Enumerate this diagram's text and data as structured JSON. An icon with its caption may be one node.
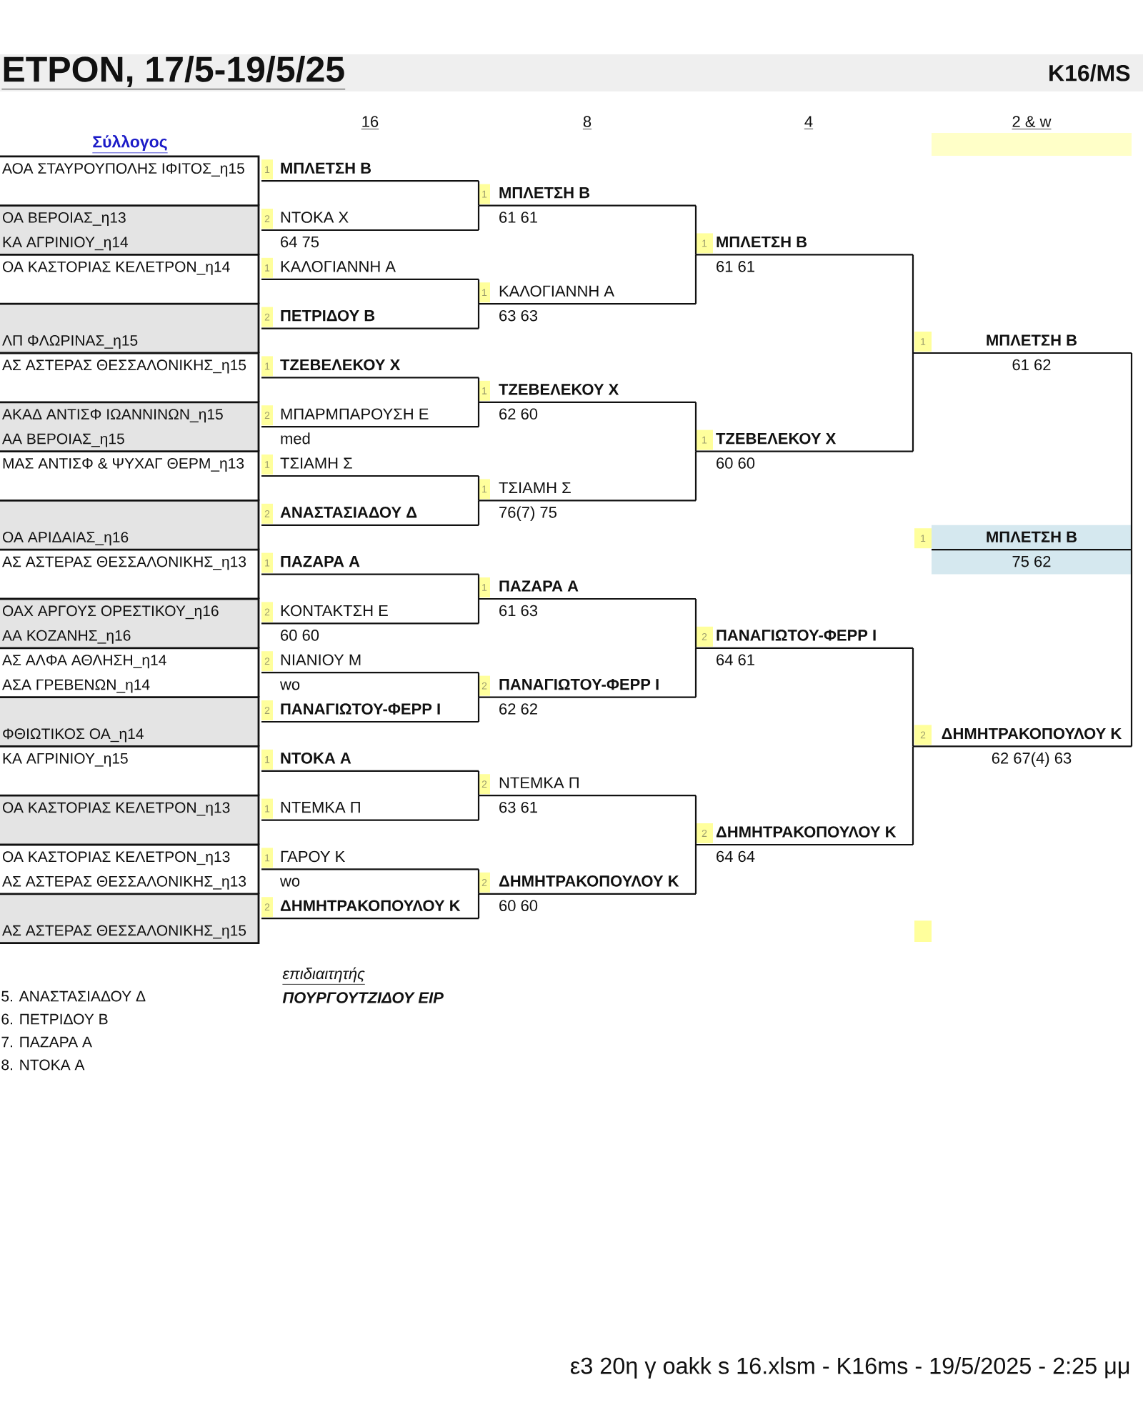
{
  "diagram": {
    "title": "ΕΤΡΟΝ, 17/5-19/5/25",
    "nodes": [
      {
        "text": [
          "ΑΟΑ ΣΤΑΥΡΟΥΠΟΛΗΣ ΙΦΙΤΟΣ_η15"
        ]
      },
      {
        "text": [
          "ΟΑ ΒΕΡΟΙΑΣ_η13",
          "ΚΑ ΑΓΡΙΝΙΟΥ_η14"
        ]
      },
      {
        "text": [
          "ΟΑ ΚΑΣΤΟΡΙΑΣ ΚΕΛΕΤΡΟΝ_η14"
        ]
      },
      {
        "text": [
          "ΛΠ ΦΛΩΡΙΝΑΣ_η15"
        ]
      },
      {
        "text": [
          "ΑΣ ΑΣΤΕΡΑΣ ΘΕΣΣΑΛΟΝΙΚΗΣ_η15"
        ]
      },
      {
        "text": [
          "ΑΚΑΔ ΑΝΤΙΣΦ ΙΩΑΝΝΙΝΩΝ_η15",
          "ΑΑ ΒΕΡΟΙΑΣ_η15"
        ]
      },
      {
        "text": [
          "ΜΑΣ ΑΝΤΙΣΦ & ΨΥΧΑΓ ΘΕΡΜ_η13"
        ]
      },
      {
        "text": [
          "ΟΑ ΑΡΙΔΑΙΑΣ_η16"
        ]
      },
      {
        "text": [
          "ΑΣ ΑΣΤΕΡΑΣ ΘΕΣΣΑΛΟΝΙΚΗΣ_η13"
        ]
      },
      {
        "text": [
          "ΟΑΧ ΑΡΓΟΥΣ ΟΡΕΣΤΙΚΟΥ_η16",
          "ΑΑ ΚΟΖΑΝΗΣ_η16"
        ]
      },
      {
        "text": [
          "ΑΣ ΑΛΦΑ ΑΘΛΗΣΗ_η14",
          "ΑΣΑ ΓΡΕΒΕΝΩΝ_η14"
        ]
      },
      {
        "text": [
          "ΦΘΙΩΤΙΚΟΣ ΟΑ_η14"
        ]
      },
      {
        "text": [
          "ΚΑ ΑΓΡΙΝΙΟΥ_η15"
        ]
      },
      {
        "text": [
          "ΟΑ ΚΑΣΤΟΡΙΑΣ ΚΕΛΕΤΡΟΝ_η13"
        ]
      },
      {
        "text": [
          "ΟΑ ΚΑΣΤΟΡΙΑΣ ΚΕΛΕΤΡΟΝ_η13",
          "ΑΣ ΑΣΤΕΡΑΣ ΘΕΣΣΑΛΟΝΙΚΗΣ_η13"
        ]
      },
      {
        "text": [
          "ΑΣ ΑΣΤΕΡΑΣ ΘΕΣΣΑΛΟΝΙΚΗΣ_η15"
        ]
      },
      {
        "text": [
          "1",
          "ΜΠΛΕΤΣΗ Β"
        ]
      },
      {
        "text": [
          "2",
          "ΝΤΟΚΑ Χ"
        ],
        "beside": [
          "64 75"
        ]
      },
      {
        "text": [
          "1",
          "ΚΑΛΟΓΙΑΝΝΗ Α"
        ]
      },
      {
        "text": [
          "2",
          "ΠΕΤΡΙΔΟΥ Β"
        ]
      },
      {
        "text": [
          "1",
          "ΤΖΕΒΕΛΕΚΟΥ Χ"
        ]
      },
      {
        "text": [
          "2",
          "ΜΠΑΡΜΠΑΡΟΥΣΗ Ε"
        ],
        "beside": [
          "med"
        ]
      },
      {
        "text": [
          "1",
          "ΤΣΙΑΜΗ Σ"
        ]
      },
      {
        "text": [
          "2",
          "ΑΝΑΣΤΑΣΙΑΔΟΥ Δ"
        ]
      },
      {
        "text": [
          "1",
          "ΠΑΖΑΡΑ Α"
        ]
      },
      {
        "text": [
          "2",
          "ΚΟΝΤΑΚΤΣΗ Ε"
        ],
        "beside": [
          "60 60"
        ]
      },
      {
        "text": [
          "2",
          "ΝΙΑΝΙΟΥ Μ"
        ],
        "beside": [
          "wo"
        ]
      },
      {
        "text": [
          "2",
          "ΠΑΝΑΓΙΩΤΟΥ-ΦΕΡΡ Ι"
        ]
      },
      {
        "text": [
          "1",
          "ΝΤΟΚΑ Α"
        ]
      },
      {
        "text": [
          "1",
          "ΝΤΕΜΚΑ Π"
        ]
      },
      {
        "text": [
          "1",
          "ΓΑΡΟΥ Κ"
        ],
        "beside": [
          "wo"
        ]
      },
      {
        "text": [
          "2",
          "ΔΗΜΗΤΡΑΚΟΠΟΥΛΟΥ Κ"
        ]
      },
      {
        "text": [
          "1",
          "ΜΠΛΕΤΣΗ Β"
        ],
        "beside": [
          "61 61"
        ]
      },
      {
        "text": [
          "1",
          "ΚΑΛΟΓΙΑΝΝΗ Α"
        ],
        "beside": [
          "63 63"
        ]
      },
      {
        "text": [
          "1",
          "ΤΖΕΒΕΛΕΚΟΥ Χ"
        ],
        "beside": [
          "62 60"
        ]
      },
      {
        "text": [
          "1",
          "ΤΣΙΑΜΗ Σ"
        ],
        "beside": [
          "76(7) 75"
        ]
      },
      {
        "text": [
          "1",
          "ΠΑΖΑΡΑ Α"
        ],
        "beside": [
          "61 63"
        ]
      },
      {
        "text": [
          "2",
          "ΠΑΝΑΓΙΩΤΟΥ-ΦΕΡΡ Ι"
        ],
        "beside": [
          "62 62"
        ]
      },
      {
        "text": [
          "2",
          "ΝΤΕΜΚΑ Π"
        ],
        "beside": [
          "63 61"
        ]
      },
      {
        "text": [
          "2",
          "ΔΗΜΗΤΡΑΚΟΠΟΥΛΟΥ Κ"
        ],
        "beside": [
          "60 60"
        ]
      },
      {
        "text": [
          "1",
          "ΜΠΛΕΤΣΗ Β"
        ],
        "beside": [
          "61 61"
        ]
      },
      {
        "text": [
          "1",
          "ΤΖΕΒΕΛΕΚΟΥ Χ"
        ],
        "beside": [
          "60 60"
        ]
      },
      {
        "text": [
          "2",
          "ΠΑΝΑΓΙΩΤΟΥ-ΦΕΡΡ Ι"
        ],
        "beside": [
          "64 61"
        ]
      },
      {
        "text": [
          "2",
          "ΔΗΜΗΤΡΑΚΟΠΟΥΛΟΥ Κ"
        ],
        "beside": [
          "64 64"
        ]
      },
      {
        "text": [
          "1",
          "ΜΠΛΕΤΣΗ Β"
        ],
        "beside": [
          "61 62"
        ]
      },
      {
        "text": [
          "2",
          "ΔΗΜΗΤΡΑΚΟΠΟΥΛΟΥ Κ"
        ],
        "beside": [
          "62 67(4) 63"
        ]
      },
      {
        "text": [
          "1",
          "ΜΠΛΕΤΣΗ Β",
          "75 62"
        ]
      },
      {
        "text": [],
        "shape": "box"
      }
    ],
    "edges": [
      {
        "from": 16,
        "to": 32,
        "arrow": "none"
      },
      {
        "from": 17,
        "to": 32,
        "arrow": "none"
      },
      {
        "from": 18,
        "to": 33,
        "arrow": "none"
      },
      {
        "from": 19,
        "to": 33,
        "arrow": "none"
      },
      {
        "from": 20,
        "to": 34,
        "arrow": "none"
      },
      {
        "from": 21,
        "to": 34,
        "arrow": "none"
      },
      {
        "from": 22,
        "to": 35,
        "arrow": "none"
      },
      {
        "from": 23,
        "to": 35,
        "arrow": "none"
      },
      {
        "from": 24,
        "to": 36,
        "arrow": "none"
      },
      {
        "from": 25,
        "to": 36,
        "arrow": "none"
      },
      {
        "from": 26,
        "to": 37,
        "arrow": "none"
      },
      {
        "from": 27,
        "to": 37,
        "arrow": "none"
      },
      {
        "from": 28,
        "to": 38,
        "arrow": "none"
      },
      {
        "from": 29,
        "to": 38,
        "arrow": "none"
      },
      {
        "from": 30,
        "to": 39,
        "arrow": "none"
      },
      {
        "from": 31,
        "to": 39,
        "arrow": "none"
      },
      {
        "from": 32,
        "to": 40,
        "arrow": "none"
      },
      {
        "from": 33,
        "to": 40,
        "arrow": "none"
      },
      {
        "from": 34,
        "to": 41,
        "arrow": "none"
      },
      {
        "from": 35,
        "to": 41,
        "arrow": "none"
      },
      {
        "from": 36,
        "to": 42,
        "arrow": "none"
      },
      {
        "from": 37,
        "to": 42,
        "arrow": "none"
      },
      {
        "from": 38,
        "to": 43,
        "arrow": "none"
      },
      {
        "from": 39,
        "to": 43,
        "arrow": "none"
      },
      {
        "from": 40,
        "to": 44,
        "arrow": "none"
      },
      {
        "from": 41,
        "to": 44,
        "arrow": "none"
      },
      {
        "from": 42,
        "to": 45,
        "arrow": "none"
      },
      {
        "from": 43,
        "to": 45,
        "arrow": "none"
      },
      {
        "from": 44,
        "to": 46,
        "arrow": "none"
      },
      {
        "from": 45,
        "to": 46,
        "arrow": "none"
      }
    ],
    "labels": [
      "K16/MS",
      "16",
      "8",
      "4",
      "2 & w",
      "Σύλλογος",
      "επιδιαιτητής",
      "5. ΑΝΑΣΤΑΣΙΑΔΟΥ Δ",
      "ΠΟΥΡΓΟΥΤΖΙΔΟΥ ΕΙΡ",
      "6. ΠΕΤΡΙΔΟΥ Β",
      "7. ΠΑΖΑΡΑ Α",
      "8. ΝΤΟΚΑ Α",
      "ε3 20η γ oakk s 16.xlsm - K16ms - 19/5/2025 - 2:25 μμ"
    ]
  }
}
